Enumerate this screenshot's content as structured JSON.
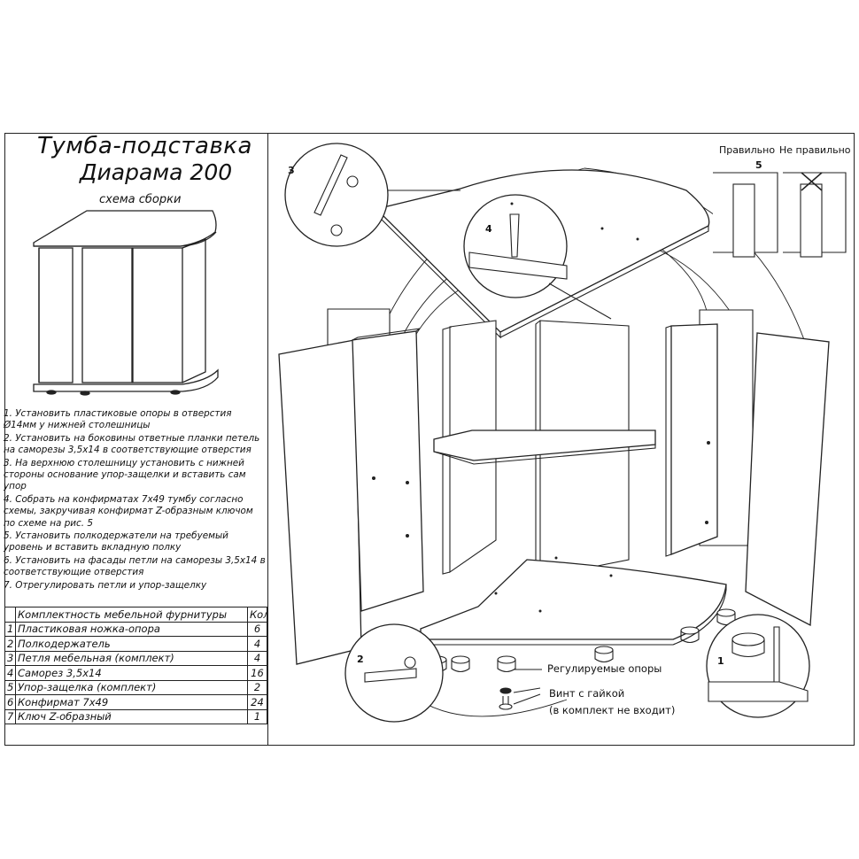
{
  "title": {
    "line1": "Тумба-подставка",
    "line2": "Диарама 200",
    "subtitle": "схема сборки"
  },
  "instructions": [
    "1. Установить пластиковые опоры в отверстия Ø14мм у нижней столешницы",
    "2. Установить на боковины ответные планки петель на саморезы 3,5х14 в соответствующие отверстия",
    "3. На верхнюю столешницу установить с нижней стороны основание упор-защелки и вставить сам упор",
    "4. Собрать на конфирматах 7х49 тумбу согласно схемы, закручивая конфирмат Z-образным ключом по схеме на рис. 5",
    "5. Установить полкодержатели на требуемый уровень и вставить вкладную полку",
    "6. Установить на фасады петли на саморезы 3,5х14 в соответствующие отверстия",
    "7. Отрегулировать петли и упор-защелку"
  ],
  "parts_table": {
    "header_name": "Комплектность мебельной фурнитуры",
    "header_qty": "Кол",
    "rows": [
      {
        "n": "1",
        "name": "Пластиковая ножка-опора",
        "qty": "6"
      },
      {
        "n": "2",
        "name": "Полкодержатель",
        "qty": "4"
      },
      {
        "n": "3",
        "name": "Петля мебельная (комплект)",
        "qty": "4"
      },
      {
        "n": "4",
        "name": "Саморез 3,5х14",
        "qty": "16"
      },
      {
        "n": "5",
        "name": "Упор-защелка (комплект)",
        "qty": "2"
      },
      {
        "n": "6",
        "name": "Конфирмат 7х49",
        "qty": "24"
      },
      {
        "n": "7",
        "name": "Ключ Z-образный",
        "qty": "1"
      }
    ]
  },
  "callouts": {
    "correct": "Правильно",
    "incorrect": "Не правильно",
    "supports": "Регулируемые опоры",
    "screw_line1": "Винт с гайкой",
    "screw_line2": "(в комплект не входит)"
  },
  "detail_numbers": [
    "1",
    "2",
    "3",
    "4",
    "5"
  ]
}
